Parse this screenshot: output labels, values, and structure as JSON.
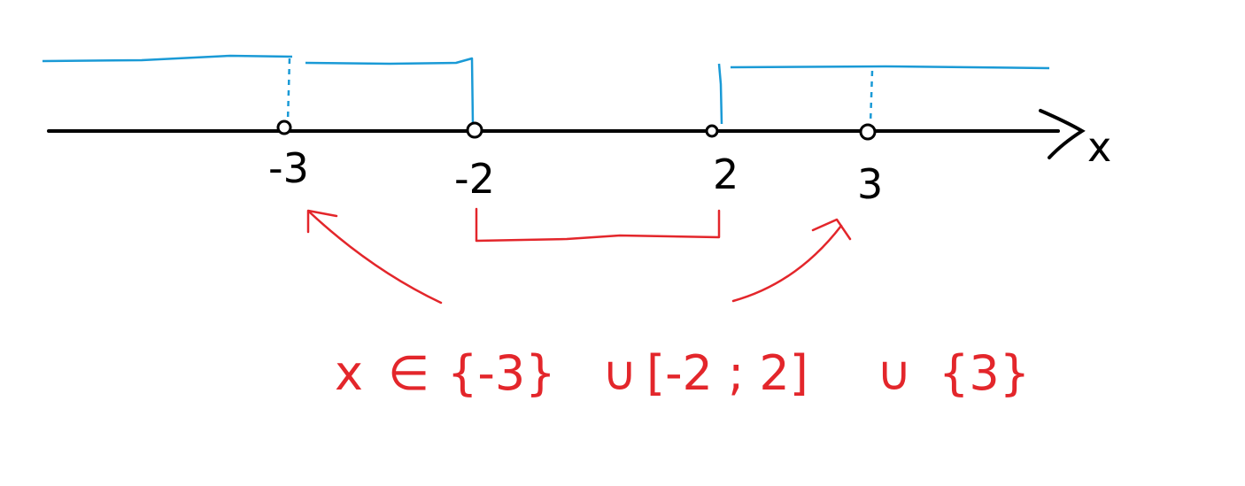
{
  "axis": {
    "variable": "x"
  },
  "points": [
    {
      "id": "p1",
      "label": "-3"
    },
    {
      "id": "p2",
      "label": "-2"
    },
    {
      "id": "p3",
      "label": "2"
    },
    {
      "id": "p4",
      "label": "3"
    }
  ],
  "answer": {
    "x": "x",
    "in": "∈",
    "set1": "{-3}",
    "union1": "∪",
    "interval": "[-2 ; 2]",
    "union2": "∪",
    "set2": "{3}"
  },
  "colors": {
    "axis": "#000000",
    "sign_curve": "#1a9ad6",
    "annotation": "#e3262b"
  }
}
